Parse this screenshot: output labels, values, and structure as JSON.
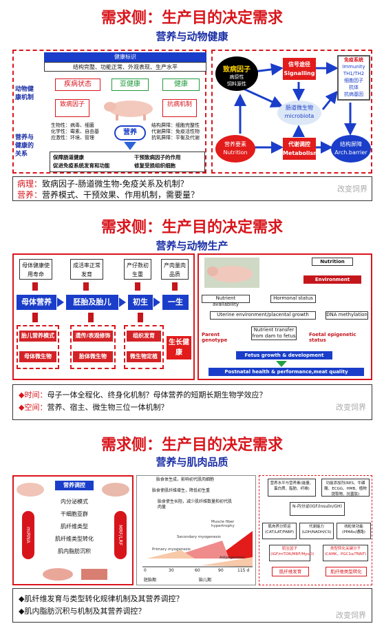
{
  "section1": {
    "title": "需求侧：生产目的决定需求",
    "subtitle": "营养与动物健康",
    "left": {
      "top_label": "健康标识",
      "top_desc": "结构完整、功能正常、外观表现、生产水平",
      "side_a": "动物健康机制",
      "side_b": "营养与健康的关系",
      "disease_state": "疾病状态",
      "subhealth": "亚健康",
      "health": "健康",
      "pathogen": "致病因子",
      "resist": "抗病机制",
      "nutrition": "营养",
      "left_list": [
        "生物性：病毒、细菌",
        "化学性：霉素、自由基",
        "应激性：环境、管理"
      ],
      "right_list": [
        "结构屏障：细胞完整性",
        "代谢屏障：免疫活性物",
        "抗氧屏障：平衡及代谢"
      ],
      "bullets": [
        "保障肠道健康",
        "促进免疫系统发育和功能",
        "干预致病因子的作用",
        "修复受损组织细胞"
      ]
    },
    "right": {
      "pathogen": "致病因子",
      "pathogen_sub": [
        "病原性",
        "饲料源性"
      ],
      "signalling_cn": "信号途径",
      "signalling_en": "Signalling",
      "immune_cn": "免疫系统",
      "immune_lines": [
        "Immunity",
        "TH1/TH2",
        "细胞因子",
        "抗体",
        "抗病基因"
      ],
      "microbiota_cn": "肠道微生物",
      "microbiota_en": "microbiota",
      "nutrition_cn": "营养要素",
      "nutrition_en": "Nutrition",
      "metabolism_cn": "代谢调控",
      "metabolism_en": "Metabolism",
      "barrier_cn": "结构屏障",
      "barrier_en": "Arch.barrier"
    },
    "note_line1_label": "病理：",
    "note_line1": "致病因子-肠道微生物-免疫关系及机制？",
    "note_line2_label": "营养：",
    "note_line2": "营养模式、干预效果、作用机制，需要量？",
    "watermark": "改变饲界"
  },
  "section2": {
    "title": "需求侧：生产目的决定需求",
    "subtitle": "营养与动物生产",
    "top_boxes": [
      "母体健康使用寿命",
      "成活率正常发育",
      "产仔数初生重",
      "产肉量肉品质"
    ],
    "stages": [
      "母体营养",
      "胚胎及胎儿",
      "初生",
      "一生"
    ],
    "bottom_boxes": [
      "胎儿营养模式",
      "母体微生物",
      "遗传/表观修饰",
      "胎体微生物",
      "组织发育",
      "微生物定植"
    ],
    "outcome": "生长健康",
    "flow": {
      "nutrition": "Nutrition",
      "environment": "Environment",
      "nutrient_availability": "Nutrient availability",
      "hormonal": "Hormonal status",
      "uterine": "Uterine environment/placental growth",
      "dna": "DNA methylation",
      "parent": "Parent  genotype",
      "transfer": "Nutrient transfer from dam to fetus",
      "epigenetic": "Foetal epigenetic status",
      "fetus": "Fetus growth & development",
      "postnatal": "Postnatal health & performance,meat quality"
    },
    "note_line1_label": "◆时间：",
    "note_line1": "母子一体全程化、终身化机制？母体营养的短期长期生物学效应？",
    "note_line2_label": "◆空间：",
    "note_line2": "营养、宿主、微生物三位一体机制？",
    "watermark": "改变饲界"
  },
  "section3": {
    "title": "需求侧：生产目的决定需求",
    "subtitle": "营养与肌肉品质",
    "left": {
      "center_top": "营养调控",
      "items": [
        "内分泌模式",
        "干细胞亚群",
        "肌纤维类型",
        "肌纤维类型转化",
        "肌内脂肪沉积"
      ],
      "left_oval": "miRNA",
      "right_oval": "MRF/LRF"
    },
    "middle": {
      "notes": [
        "胎食体生成，影响初代肌肉细胞",
        "胎食使肌纤维增生，降低初生重",
        "胎食使生长阻，减少肌纤维数量和初代肌肉量"
      ],
      "labels": [
        "Muscle fiber hypertrophy",
        "Secondary myogenesis",
        "Primary myogenesis",
        "Adipogenesis"
      ],
      "axis_ticks": [
        "0",
        "30",
        "60",
        "90",
        "115 d"
      ],
      "axis_labels": [
        "胚胎期",
        "胎儿期"
      ]
    },
    "right": {
      "top_left": "营养水平与营养素(能量、蛋白质、脂肪、纤维)",
      "top_right": "功能添加剂(RES、牛磺酸、ECGG、HMB、植物提取物、抗菌肽)",
      "center": "N-内分泌(IGF/insulin/GH)",
      "row_labels": [
        "肌肉养分转运(CAT/LAT/FABP)",
        "代谢能力(LDH/NADH/CS)",
        "线粒体功能(PPARs/通路)"
      ],
      "bottom_left": "肌生因子(IGF/mTOR/MRF/MyoD)",
      "bottom_right": "类型转化关键分子(CAMK、PGC1α/TNNT)",
      "out_left": "肌纤维发育",
      "out_right": "肌纤维类型转化"
    },
    "note_line1": "◆肌纤维发育与类型转化规律机制及其营养调控？",
    "note_line2": "◆肌内脂肪沉积与机制及其营养调控？",
    "watermark": "改变饲界"
  },
  "colors": {
    "red": "#d8141b",
    "blue": "#1a3ec9",
    "green": "#1f9a3a"
  }
}
